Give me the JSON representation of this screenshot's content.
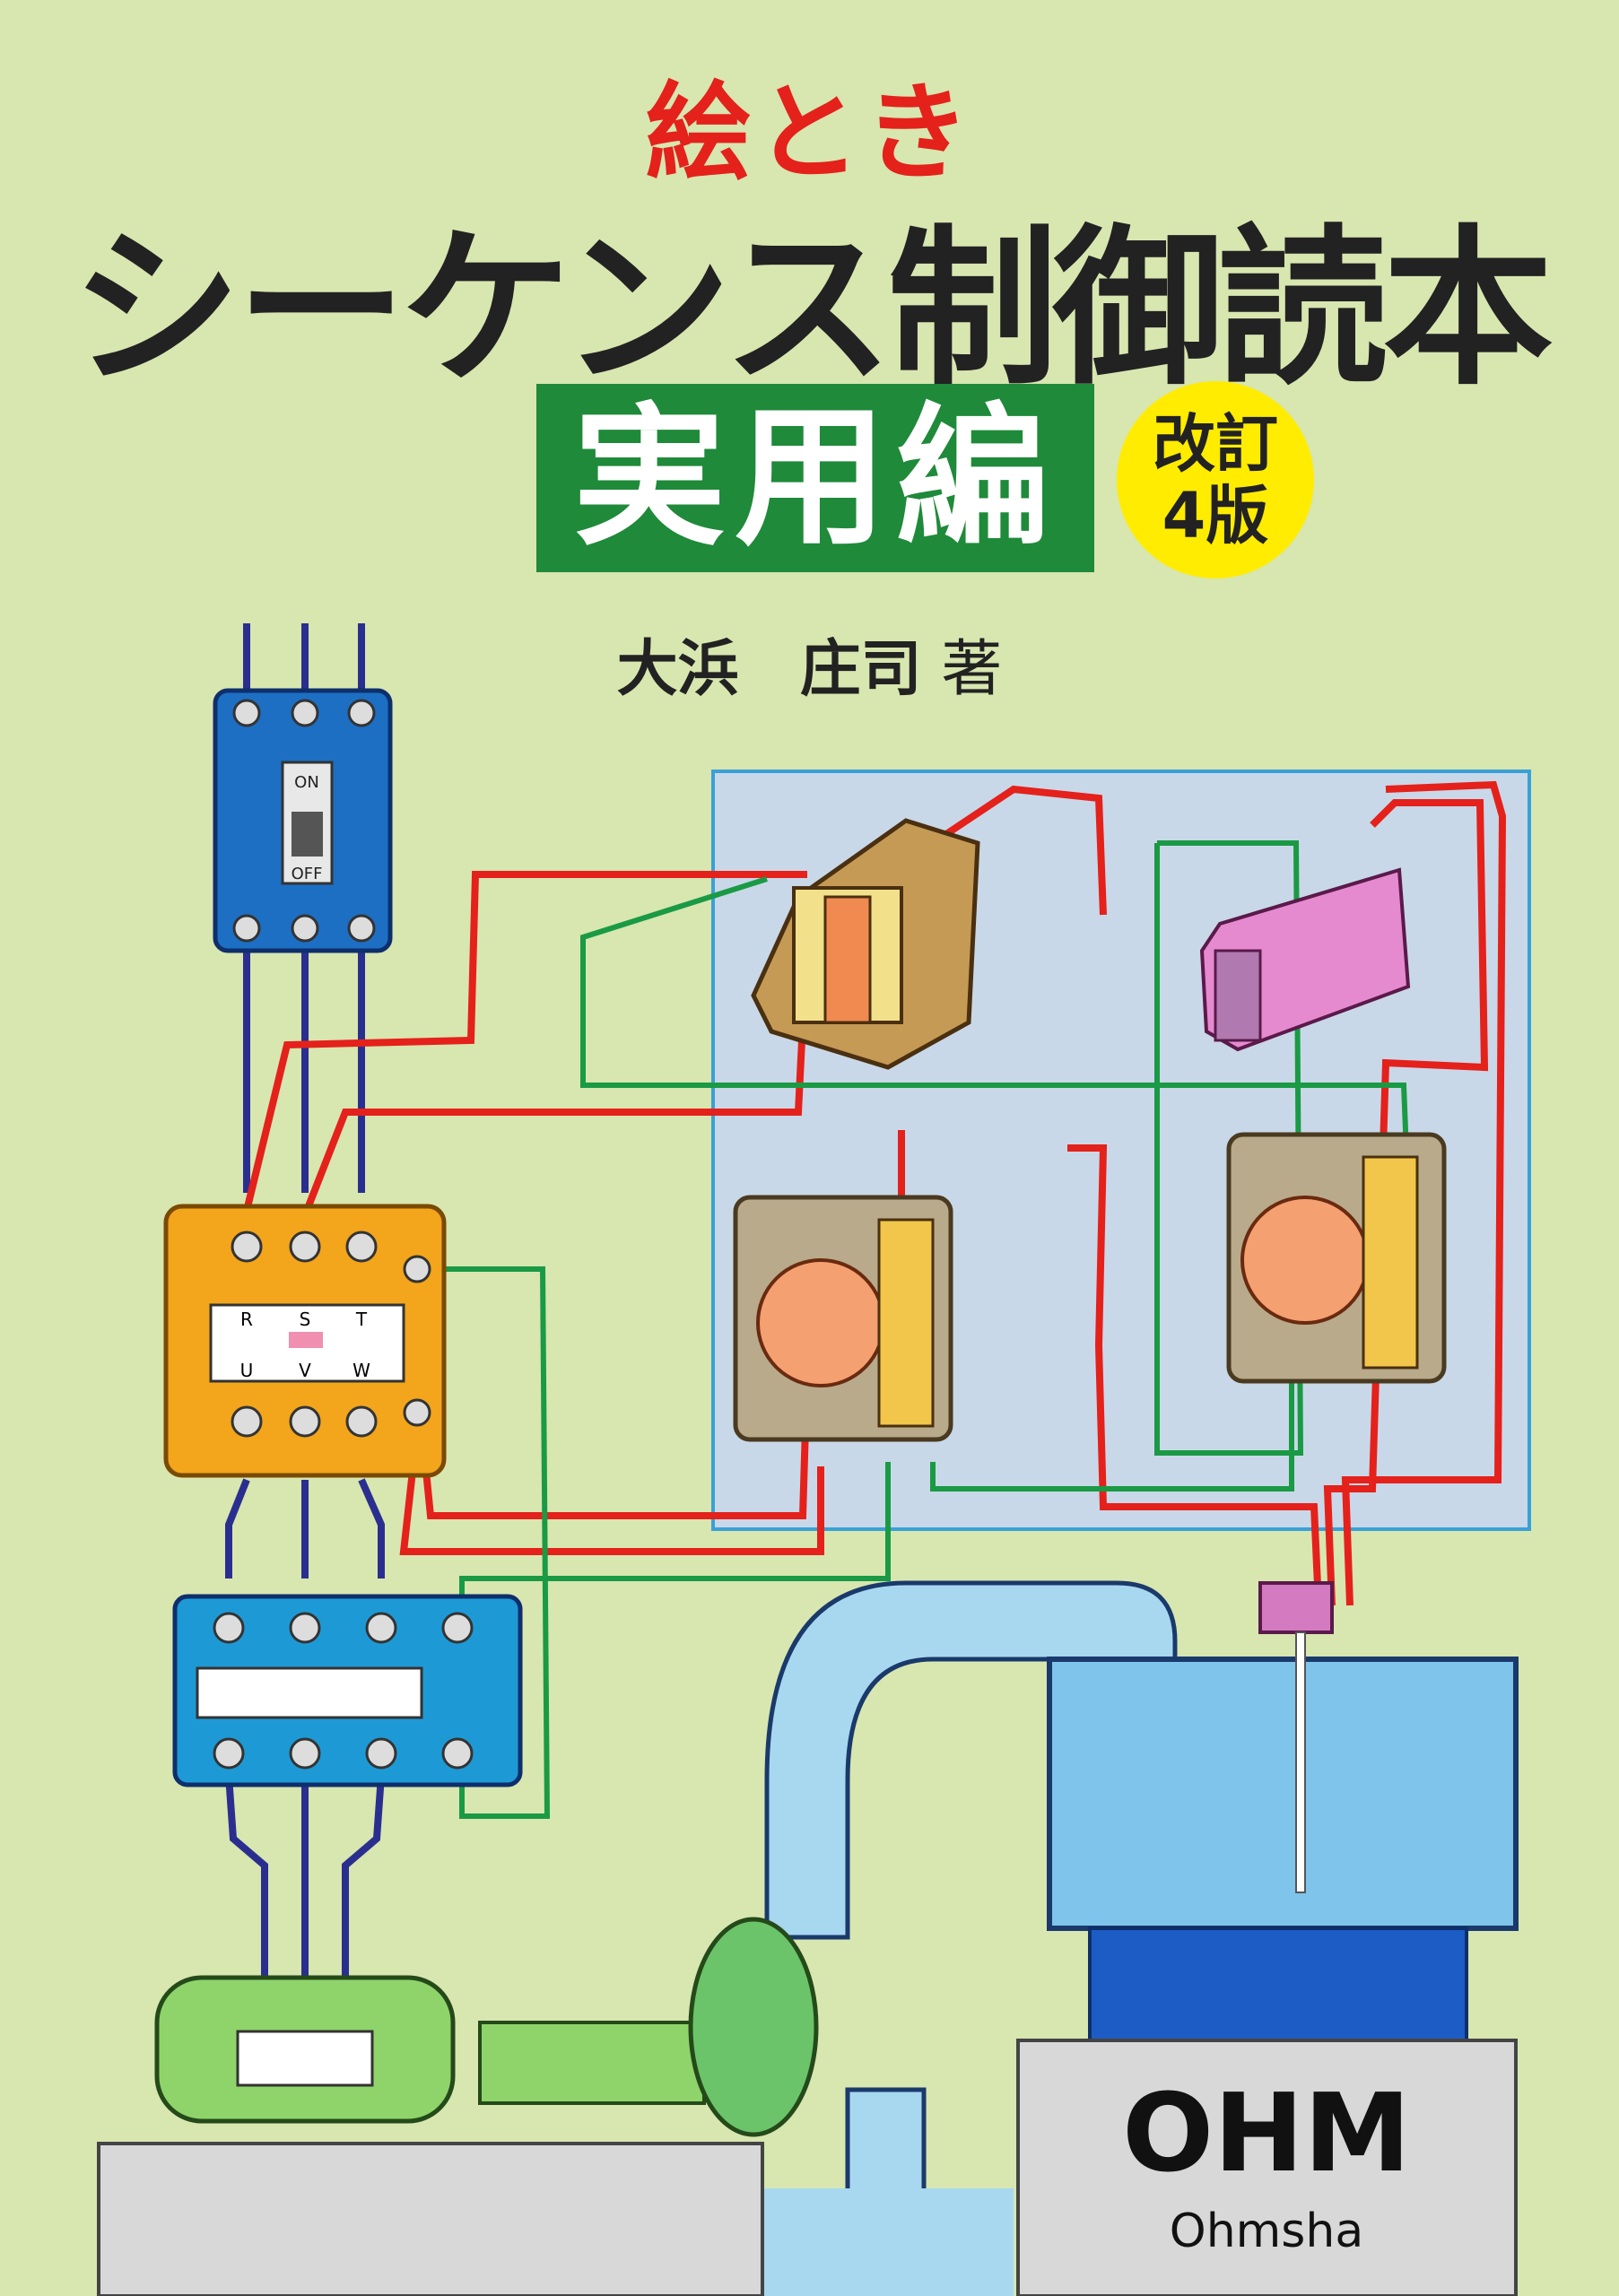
{
  "cover": {
    "subtitle": "絵とき",
    "title": "シーケンス制御読本",
    "edition": "実用編",
    "revision_line1": "改訂",
    "revision_line2": "4版",
    "author_name": "大浜　庄司",
    "author_suffix": "著"
  },
  "breaker": {
    "on_label": "ON",
    "off_label": "OFF"
  },
  "contactor": {
    "top_labels": [
      "R",
      "S",
      "T"
    ],
    "bottom_labels": [
      "U",
      "V",
      "W"
    ]
  },
  "publisher": {
    "name": "Ohmsha",
    "logo_letters": "OHM"
  },
  "colors": {
    "background": "#d8e6b0",
    "subtitle": "#e4211b",
    "edition_box": "#1f8a3a",
    "revision_badge": "#ffec00",
    "wire_red": "#e4211b",
    "wire_green": "#1a9a44",
    "wire_blue": "#2a2f8f"
  }
}
